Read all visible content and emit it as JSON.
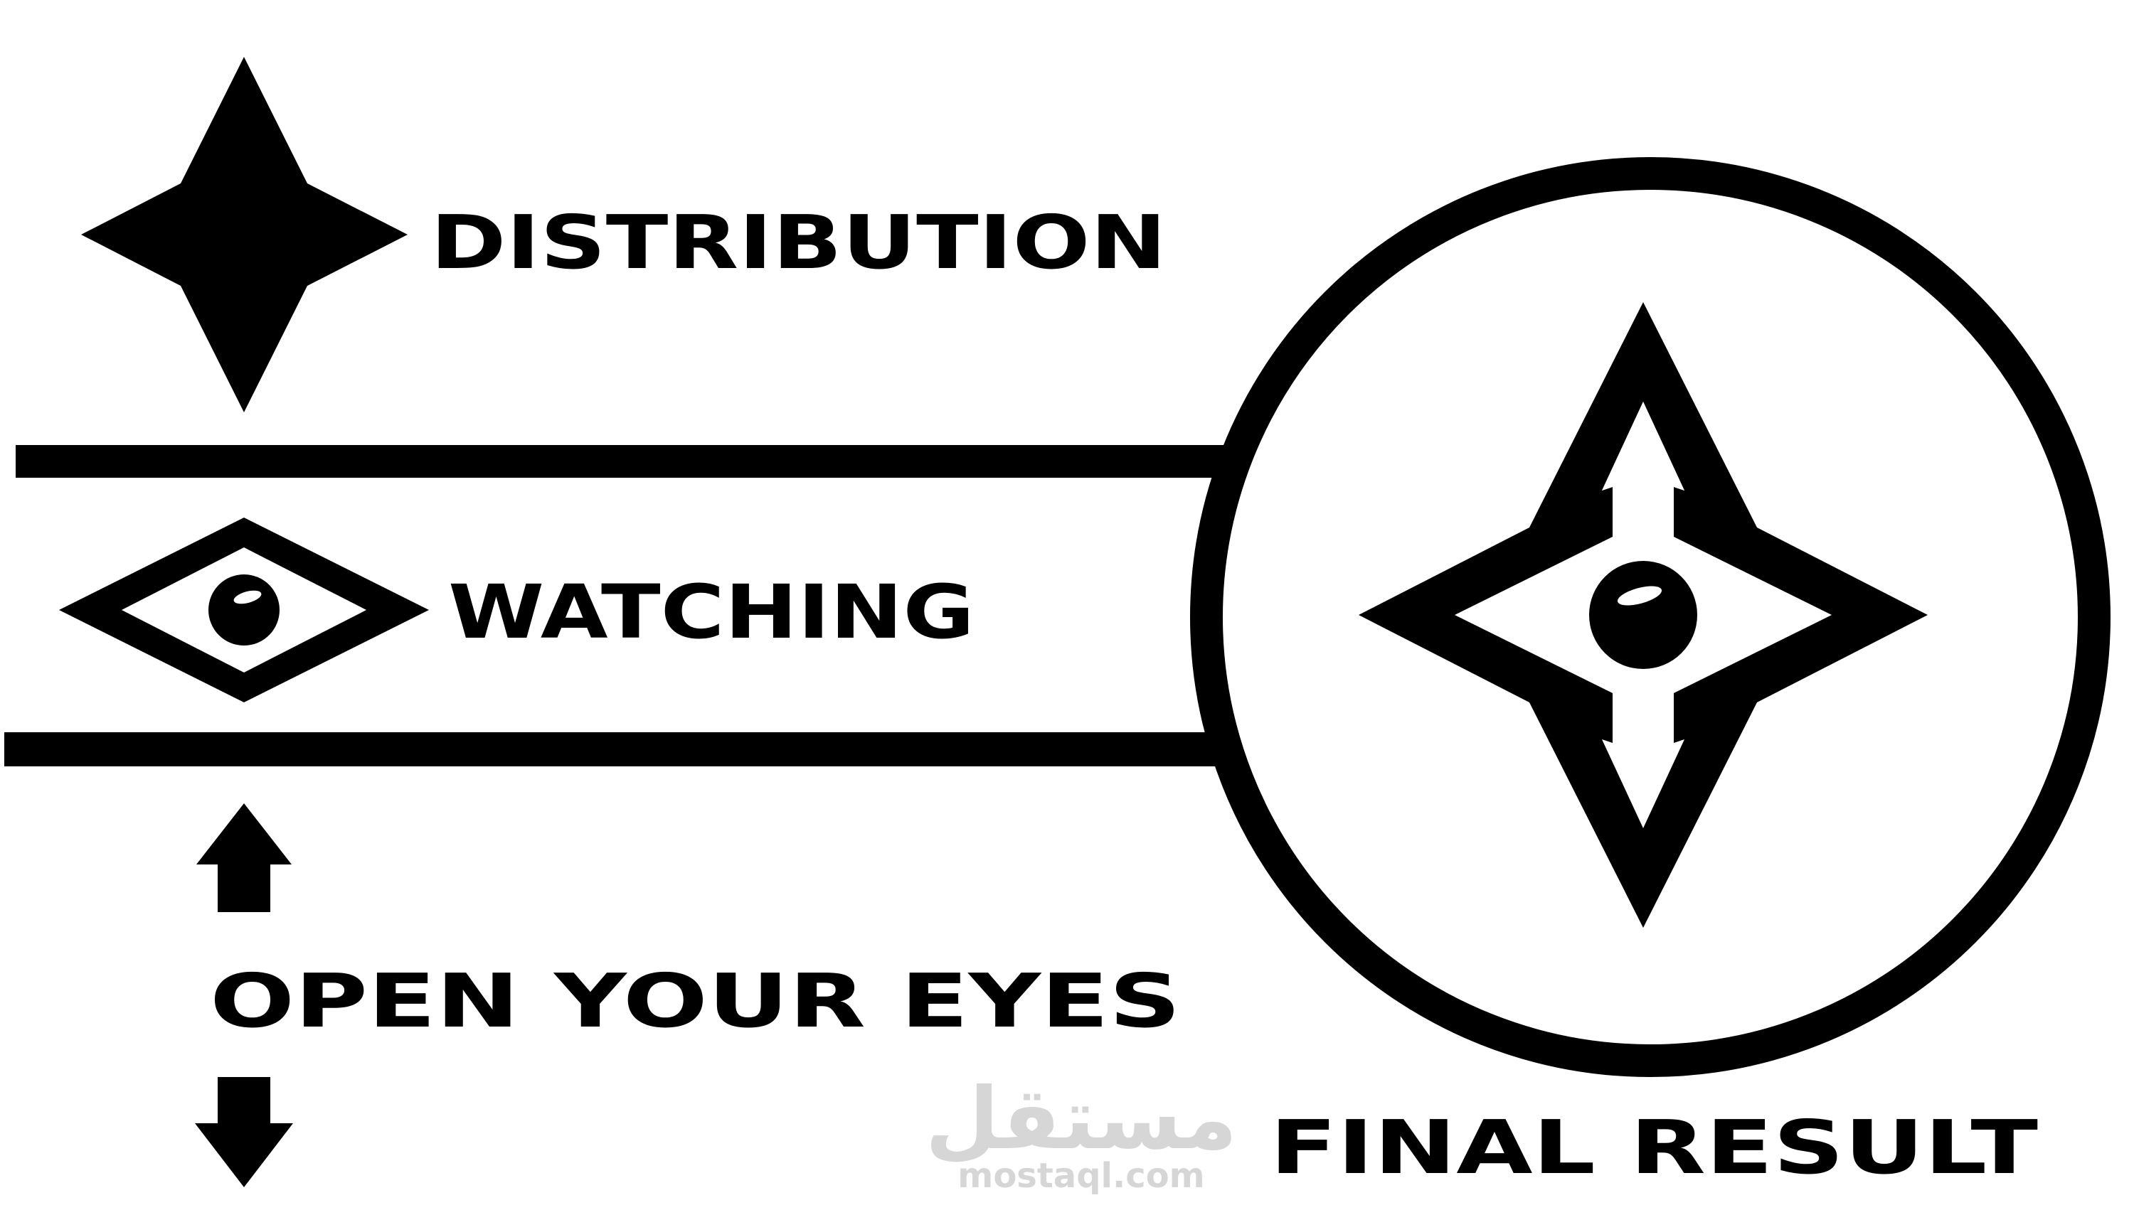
{
  "labels": {
    "distribution": "DISTRIBUTION",
    "watching": "WATCHING",
    "open_your_eyes": "OPEN YOUR EYES",
    "final_result": "FINAL RESULT"
  },
  "watermark": {
    "arabic": "مستقل",
    "latin": "mostaql.com"
  },
  "colors": {
    "ink": "#000000",
    "background": "#ffffff",
    "watermark": "#d6d6d6"
  }
}
